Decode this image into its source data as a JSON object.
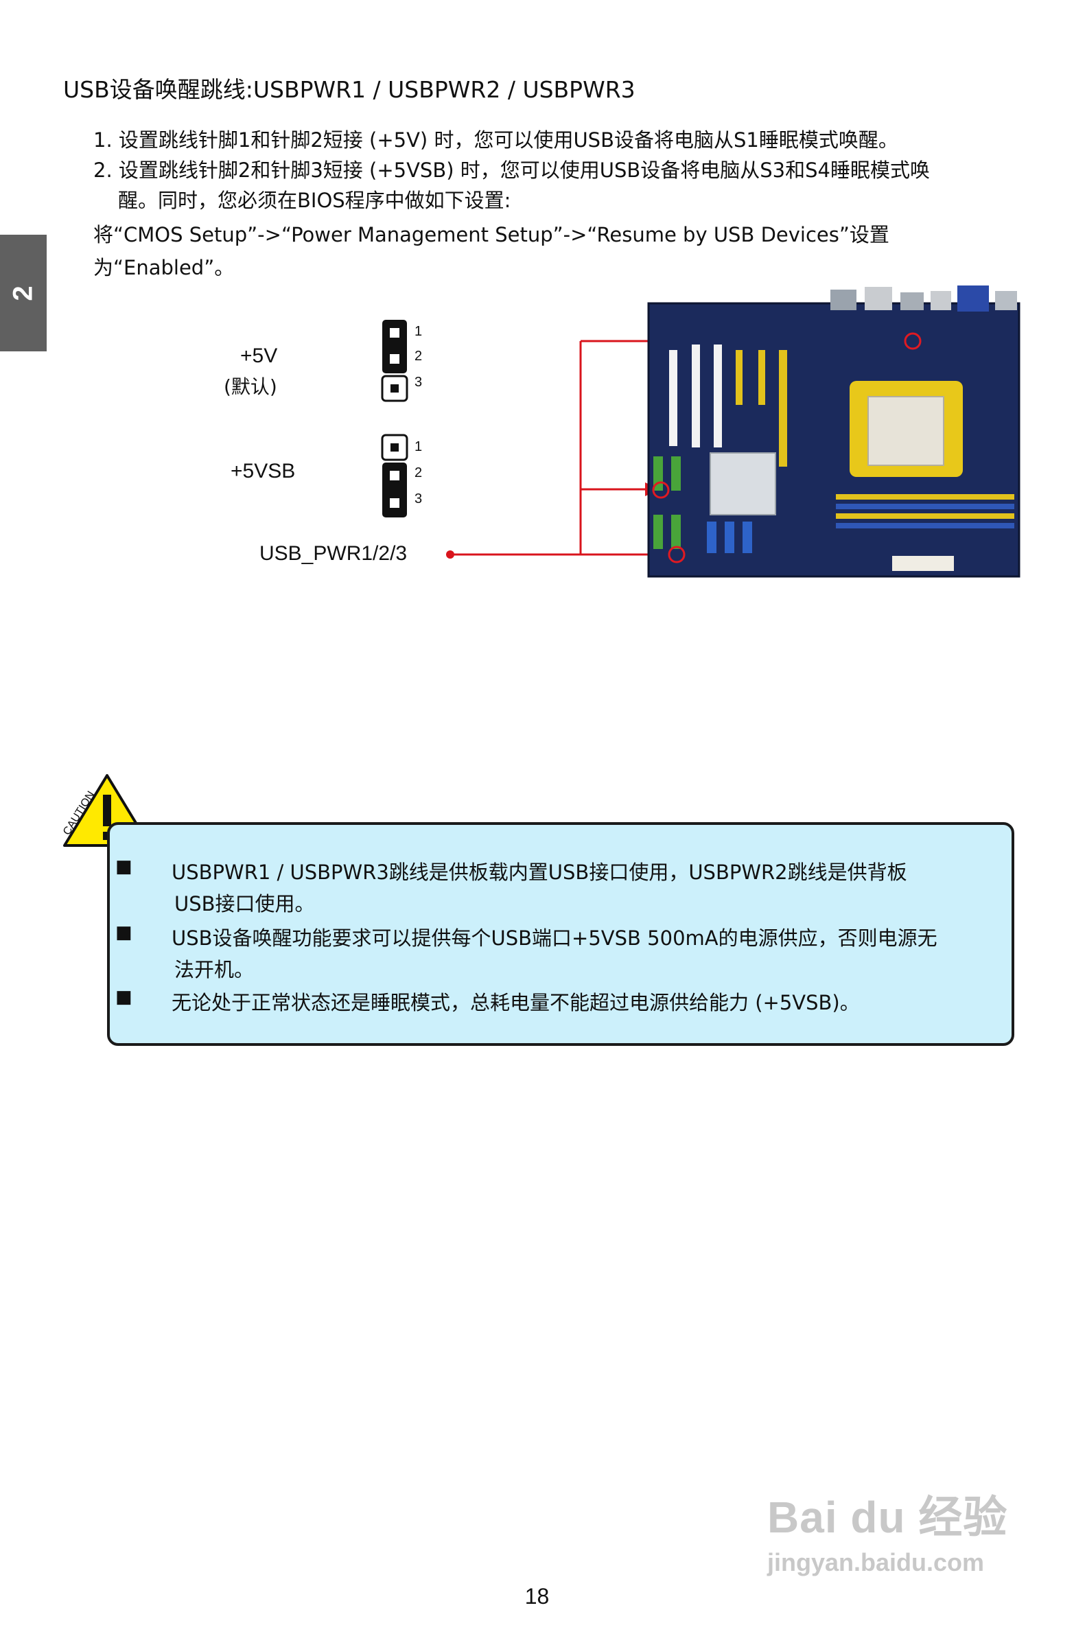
{
  "chapter_tab": "2",
  "heading": "USB设备唤醒跳线:USBPWR1 / USBPWR2 / USBPWR3",
  "instructions": [
    "1. 设置跳线针脚1和针脚2短接 (+5V) 时，您可以使用USB设备将电脑从S1睡眠模式唤醒。",
    "2. 设置跳线针脚2和针脚3短接 (+5VSB) 时，您可以使用USB设备将电脑从S3和S4睡眠模式唤",
    "醒。同时，您必须在BIOS程序中做如下设置:",
    "将“CMOS Setup”->“Power Management Setup”->“Resume by USB Devices”设置",
    "为“Enabled”。"
  ],
  "jumper_diagram": {
    "setting_5v_label": "+5V",
    "setting_5v_default": "(默认)",
    "setting_5vsb_label": "+5VSB",
    "pin_numbers": [
      "1",
      "2",
      "3"
    ],
    "connector_label": "USB_PWR1/2/3",
    "arrow_color": "#d9141c"
  },
  "caution": {
    "tag": "CAUTION",
    "icon": "warning-triangle-icon",
    "lines": [
      "USBPWR1 / USBPWR3跳线是供板载内置USB接口使用，USBPWR2跳线是供背板",
      "USB接口使用。",
      "USB设备唤醒功能要求可以提供每个USB端口+5VSB 500mA的电源供应，否则电源无",
      "法开机。",
      "无论处于正常状态还是睡眠模式，总耗电量不能超过电源供给能力 (+5VSB)。"
    ]
  },
  "page_number": "18",
  "watermark": {
    "main": "Bai du 经验",
    "sub": "jingyan.baidu.com"
  }
}
